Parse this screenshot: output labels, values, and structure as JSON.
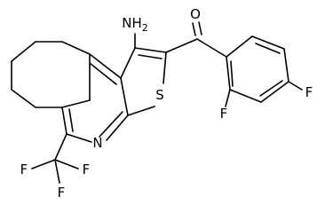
{
  "molecule": {
    "atom_labels": {
      "amino": "NH2",
      "ketone_oxygen": "O",
      "thiophene_sulfur": "S",
      "pyridine_nitrogen": "N",
      "fluorine_ortho": "F",
      "fluorine_para": "F",
      "cf3_fluorine_1": "F",
      "cf3_fluorine_2": "F",
      "cf3_fluorine_3": "F"
    },
    "bond_color": "#000000"
  }
}
